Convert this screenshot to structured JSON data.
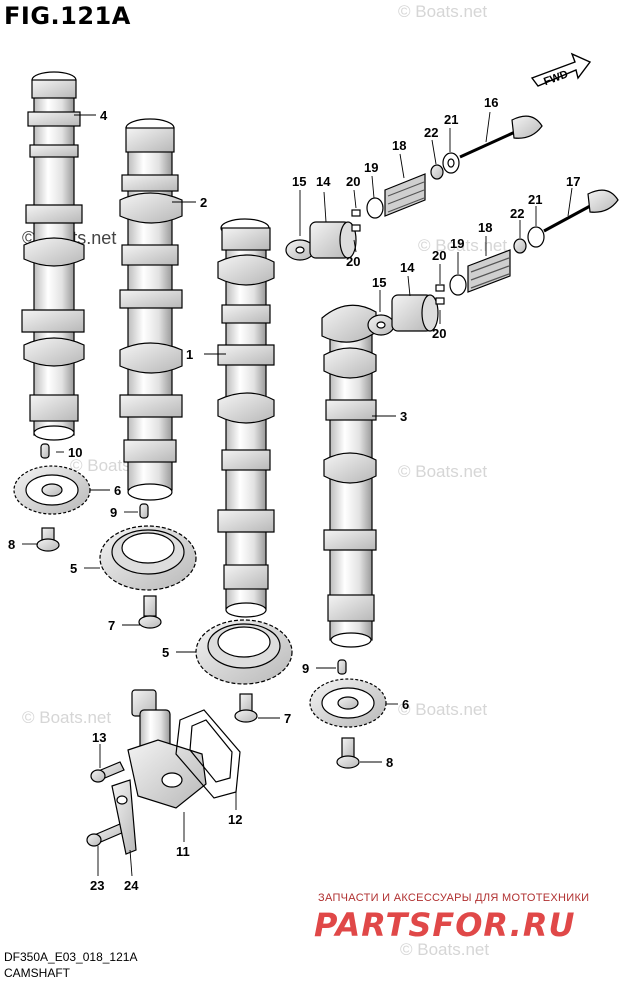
{
  "figure": {
    "title": "FIG.121A",
    "code": "DF350A_E03_018_121A",
    "name": "CAMSHAFT"
  },
  "direction_arrow": "FWD",
  "watermarks": [
    "© Boats.net",
    "© Boats.net",
    "© Boats.net",
    "© Boats.net",
    "© Boats.net",
    "© Boats.net",
    "© Boats.net",
    "© Boats.net"
  ],
  "advert": {
    "caption": "ЗАПЧАСТИ И АКСЕССУАРЫ ДЛЯ МОТОТЕХНИКИ",
    "logo": "PARTSFOR.RU"
  },
  "callouts": {
    "c1": "1",
    "c2": "2",
    "c3": "3",
    "c4": "4",
    "c5a": "5",
    "c5b": "5",
    "c6a": "6",
    "c6b": "6",
    "c7a": "7",
    "c7b": "7",
    "c8a": "8",
    "c8b": "8",
    "c9a": "9",
    "c9b": "9",
    "c10": "10",
    "c11": "11",
    "c12": "12",
    "c13": "13",
    "c14a": "14",
    "c14b": "14",
    "c15a": "15",
    "c15b": "15",
    "c16": "16",
    "c17": "17",
    "c18a": "18",
    "c18b": "18",
    "c19a": "19",
    "c19b": "19",
    "c20a": "20",
    "c20b": "20",
    "c20c": "20",
    "c20d": "20",
    "c21a": "21",
    "c21b": "21",
    "c22a": "22",
    "c22b": "22",
    "c23": "23",
    "c24": "24"
  }
}
